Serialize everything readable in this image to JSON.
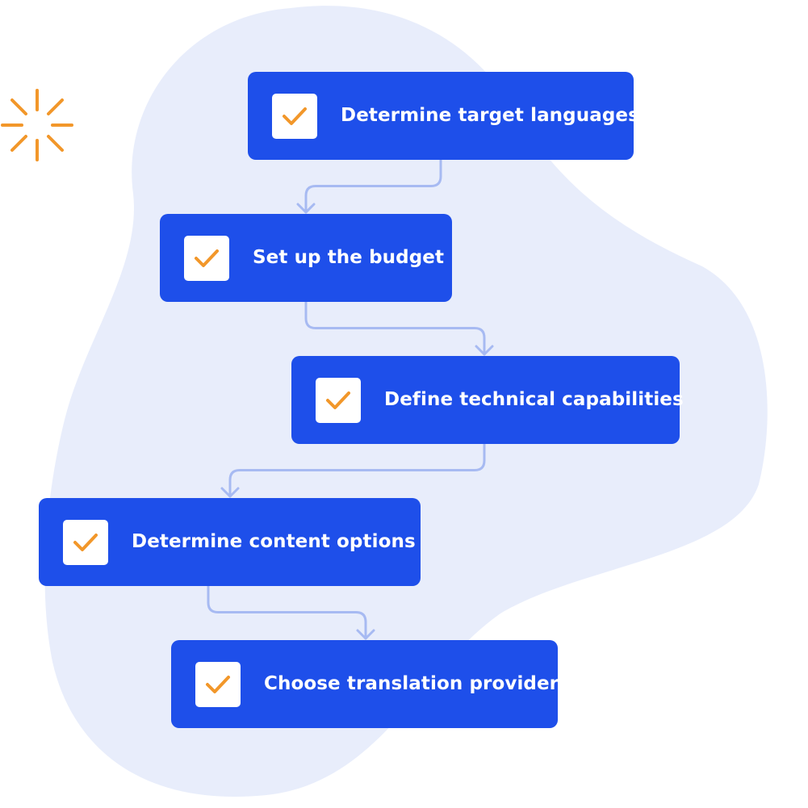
{
  "colors": {
    "blob": "#E8EDFB",
    "box": "#1E4FEA",
    "connector": "#A7BAF2",
    "check": "#F2972A",
    "sparkle": "#F2972A"
  },
  "steps": [
    {
      "label": "Determine target languages",
      "checked": true
    },
    {
      "label": "Set up the budget",
      "checked": true
    },
    {
      "label": "Define technical capabilities",
      "checked": true
    },
    {
      "label": "Determine content options",
      "checked": true
    },
    {
      "label": "Choose translation provider",
      "checked": true
    }
  ],
  "icons": {
    "check": "check-icon",
    "sparkle": "sparkle-icon"
  }
}
